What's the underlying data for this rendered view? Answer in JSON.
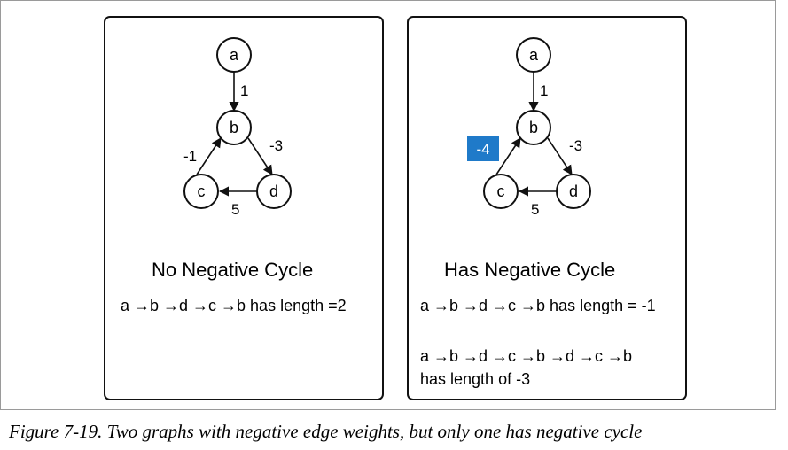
{
  "left_panel": {
    "nodes": {
      "a": "a",
      "b": "b",
      "c": "c",
      "d": "d"
    },
    "edges": {
      "ab": "1",
      "bd": "-3",
      "dc": "5",
      "cb": "-1"
    },
    "heading": "No Negative Cycle",
    "lines": [
      "a →b →d →c →b has length =2"
    ]
  },
  "right_panel": {
    "nodes": {
      "a": "a",
      "b": "b",
      "c": "c",
      "d": "d"
    },
    "edges": {
      "ab": "1",
      "bd": "-3",
      "dc": "5",
      "cb": "-4"
    },
    "heading": "Has Negative Cycle",
    "lines": [
      "a →b →d →c →b has length = -1",
      "a →b →d →c →b →d →c →b",
      "has length of -3"
    ]
  },
  "caption": "Figure 7-19. Two graphs with negative edge weights, but only one has negative cycle",
  "colors": {
    "highlight": "#1f7ac9",
    "stroke": "#111111"
  }
}
